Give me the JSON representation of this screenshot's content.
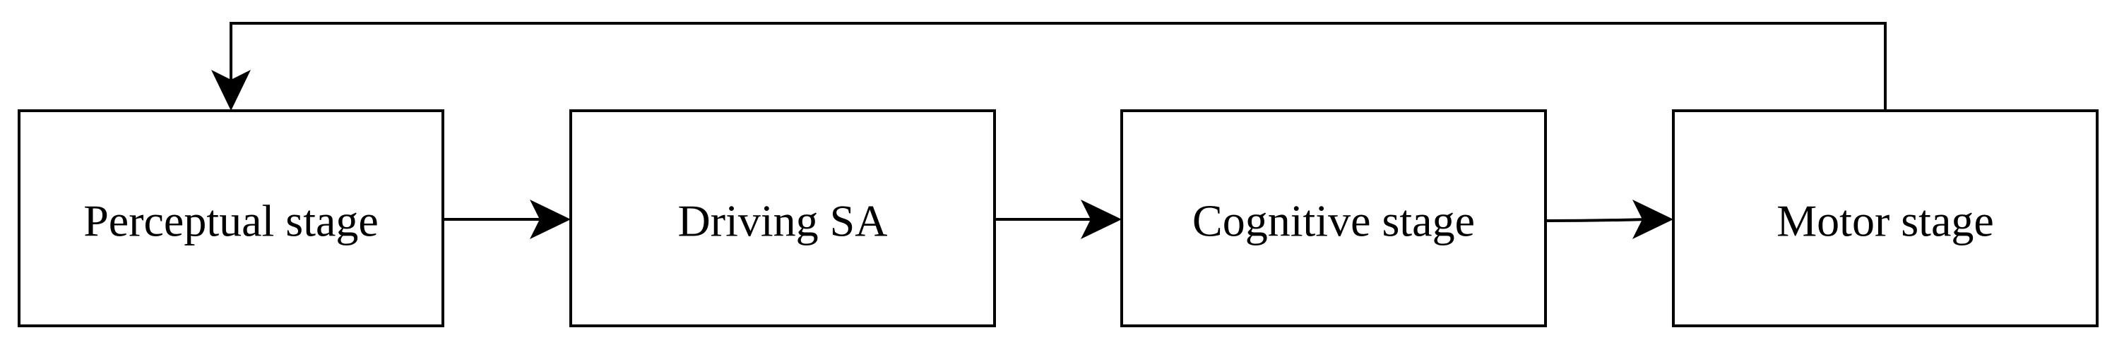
{
  "stages": [
    {
      "label": "Perceptual stage"
    },
    {
      "label": "Driving SA"
    },
    {
      "label": "Cognitive stage"
    },
    {
      "label": "Motor stage"
    }
  ],
  "colors": {
    "stroke": "#000000",
    "background": "#ffffff"
  }
}
